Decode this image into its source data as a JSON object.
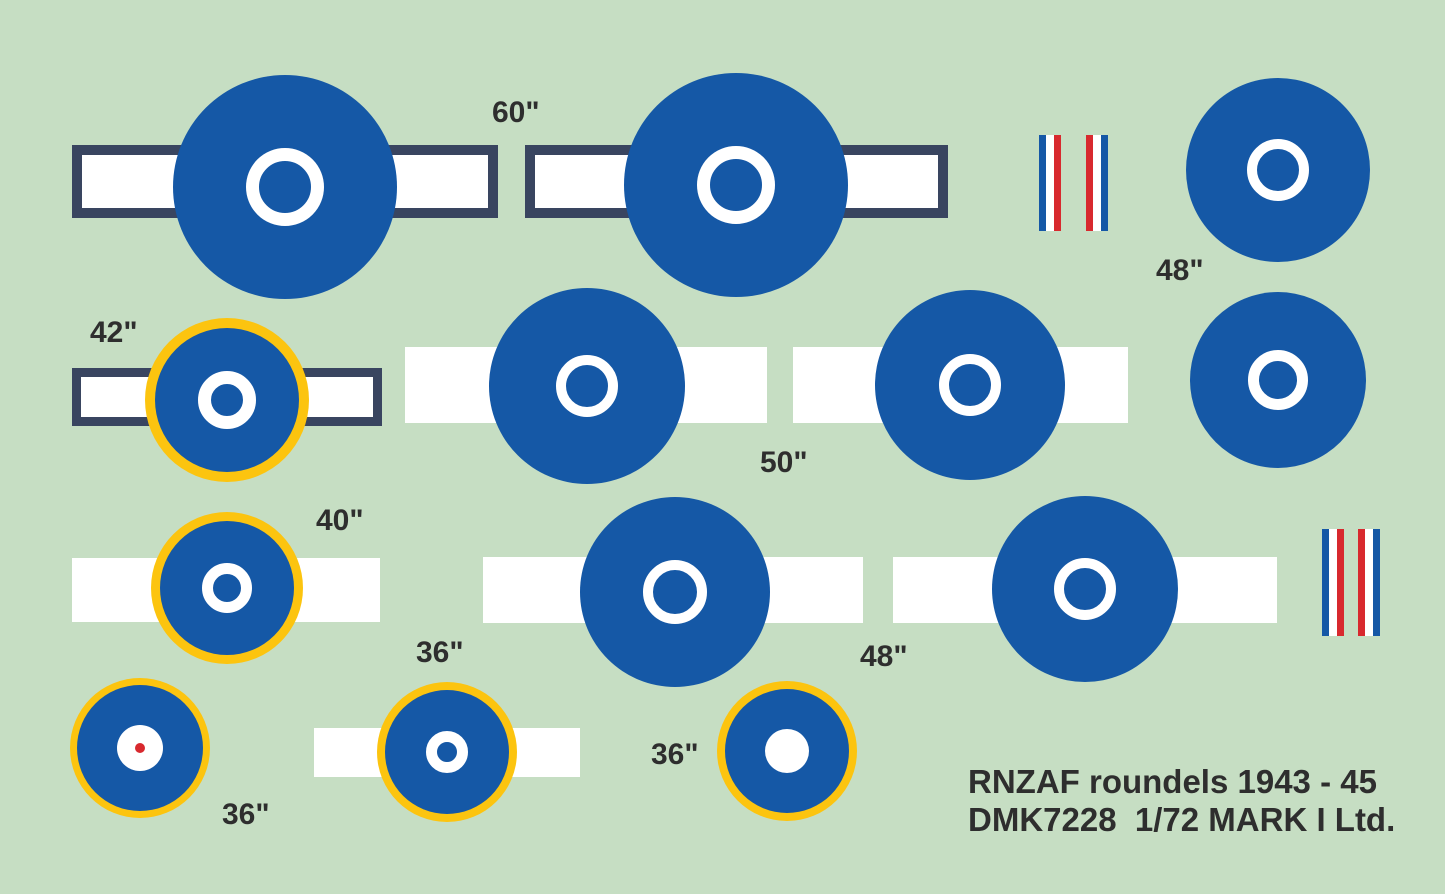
{
  "sheet_title": {
    "line1": "RNZAF roundels 1943 - 45",
    "line2": "DMK7228  1/72 MARK I Ltd."
  },
  "size_labels": {
    "row1_60": "60\"",
    "row1_48": "48\"",
    "row2_42": "42\"",
    "row2_50": "50\"",
    "row3_40": "40\"",
    "row3_48": "48\"",
    "row4_36_left": "36\"",
    "row4_36_mid": "36\"",
    "row4_36_right": "36\""
  },
  "colors": {
    "background": "#c6dec3",
    "roundel_blue": "#1558a6",
    "bar_outline_navy": "#394560",
    "outer_ring_yellow": "#fcc40f",
    "flash_red": "#d8292e",
    "white": "#ffffff",
    "label_text": "#2e2e2e"
  },
  "roundels": [
    {
      "size": "60\"",
      "features": "blue disc, white ring centre, on white bar with dark-blue outline",
      "count": 2
    },
    {
      "size": "48\"",
      "features": "blue disc, white ring centre, no bar",
      "count": 1
    },
    {
      "size": "42\"",
      "features": "yellow outer ring, blue disc, thick white ring centre, on white bar with dark-blue outline",
      "count": 1
    },
    {
      "size": "50\"",
      "features": "blue disc, white ring centre, on plain white bar",
      "count": 2
    },
    {
      "size": "48\"",
      "features": "blue disc, white ring centre, no bar",
      "count": 1
    },
    {
      "size": "40\"",
      "features": "yellow outer ring, blue disc, thick white ring centre, on plain white bar",
      "count": 1
    },
    {
      "size": "48\"",
      "features": "blue disc, white ring centre, on plain white bar",
      "count": 2
    },
    {
      "size": "36\"",
      "features": "yellow outer ring, blue disc, white disc centre with red dot",
      "count": 1
    },
    {
      "size": "36\"",
      "features": "yellow outer ring, blue disc, white ring centre, on plain white bar",
      "count": 1
    },
    {
      "size": "36\"",
      "features": "yellow outer ring, blue disc, solid white disc centre",
      "count": 1
    }
  ],
  "fin_flashes": [
    {
      "stripes": "blue-white-red",
      "position": "top centre-right"
    },
    {
      "stripes": "red-white-blue",
      "position": "top centre-right"
    },
    {
      "stripes": "blue-white-red",
      "position": "middle far-right"
    },
    {
      "stripes": "red-white-blue",
      "position": "middle far-right"
    }
  ]
}
